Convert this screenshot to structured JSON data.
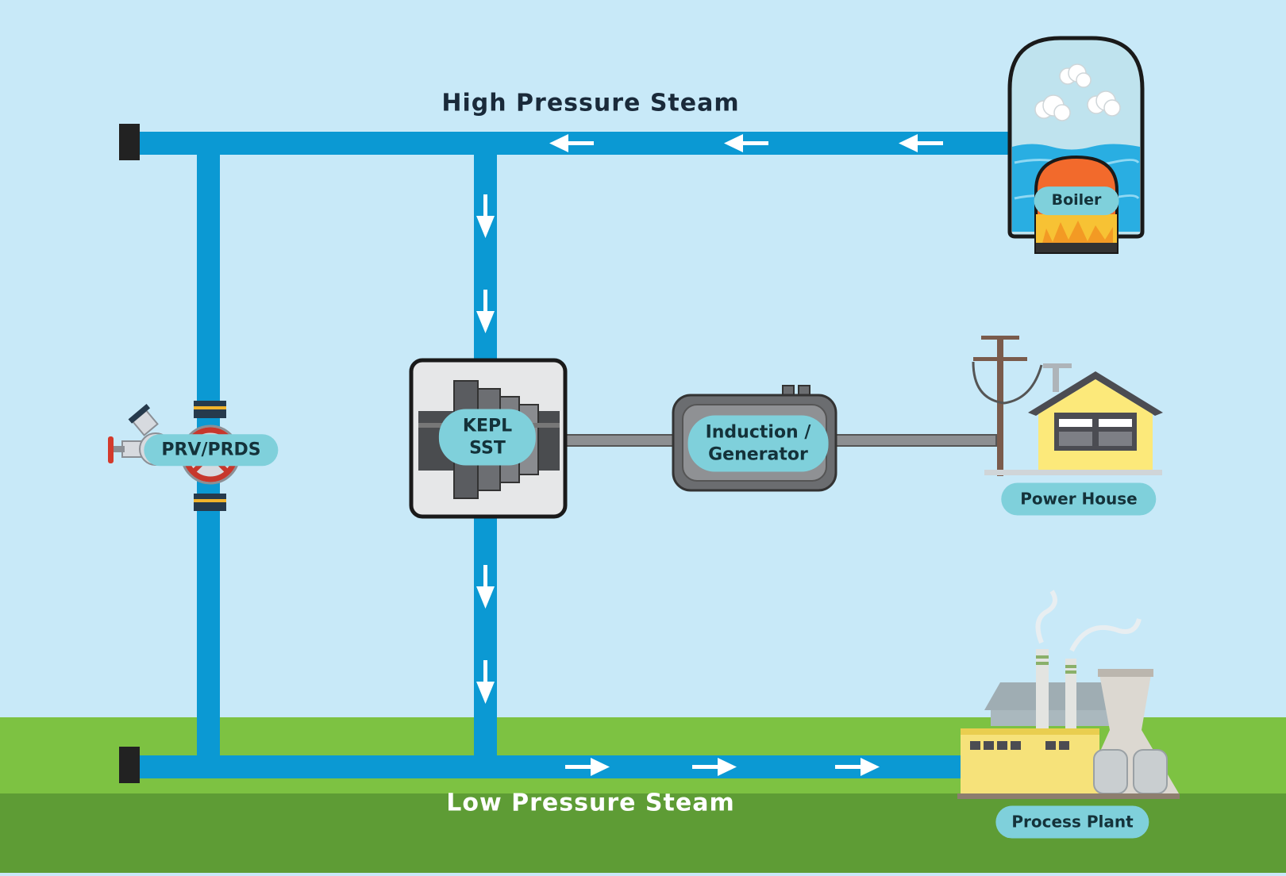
{
  "diagram": {
    "high_pressure_label": "High Pressure Steam",
    "low_pressure_label": "Low Pressure Steam",
    "nodes": {
      "boiler": "Boiler",
      "prv": "PRV/PRDS",
      "turbine_line1": "KEPL",
      "turbine_line2": "SST",
      "generator_line1": "Induction /",
      "generator_line2": "Generator",
      "power_house": "Power House",
      "process_plant": "Process Plant"
    }
  },
  "colors": {
    "sky": "#c8e9f8",
    "pipe": "#0b99d3",
    "grass_light": "#7dc242",
    "grass_dark": "#5e9c35",
    "label_pill": "#7fd0db"
  }
}
